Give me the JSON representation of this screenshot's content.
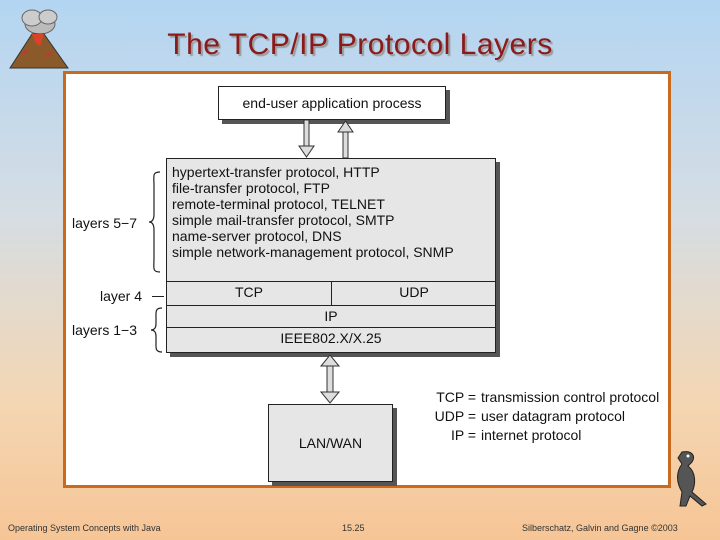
{
  "title": "The TCP/IP Protocol Layers",
  "top_box": "end-user application process",
  "protocols": [
    "hypertext-transfer protocol, HTTP",
    "file-transfer protocol, FTP",
    "remote-terminal protocol, TELNET",
    "simple mail-transfer protocol, SMTP",
    "name-server protocol, DNS",
    "simple network-management protocol, SNMP"
  ],
  "transport": {
    "left": "TCP",
    "right": "UDP"
  },
  "network": "IP",
  "link": "IEEE802.X/X.25",
  "lan_box": "LAN/WAN",
  "labels": {
    "layers_upper": "layers 5−7",
    "layer4": "layer 4",
    "layers_lower": "layers 1−3"
  },
  "legend": [
    {
      "abbr": "TCP =",
      "meaning": "transmission control protocol"
    },
    {
      "abbr": "UDP =",
      "meaning": "user datagram protocol"
    },
    {
      "abbr": "IP =",
      "meaning": "internet protocol"
    }
  ],
  "footer": {
    "left": "Operating System Concepts with Java",
    "center": "15.25",
    "right": "Silberschatz, Galvin and Gagne ©2003"
  },
  "colors": {
    "title": "#8b1a1a",
    "frame": "#c96a1e",
    "box_fill": "#e6e6e6"
  }
}
